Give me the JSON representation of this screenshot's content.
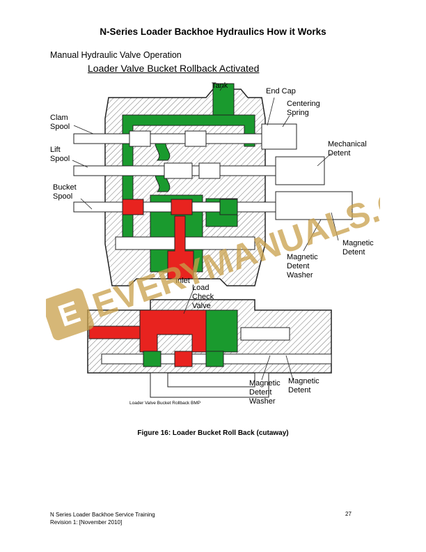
{
  "header": {
    "title": "N-Series Loader Backhoe Hydraulics How it Works"
  },
  "section": {
    "heading": "Manual Hydraulic Valve Operation"
  },
  "subsection": {
    "heading": "Loader Valve Bucket Rollback Activated"
  },
  "figure": {
    "labels": {
      "tank": "Tank",
      "end_cap": "End Cap",
      "centering_spring": [
        "Centering",
        "Spring"
      ],
      "clam_spool": [
        "Clam",
        "Spool"
      ],
      "lift_spool": [
        "Lift",
        "Spool"
      ],
      "bucket_spool": [
        "Bucket",
        "Spool"
      ],
      "mechanical_detent": [
        "Mechanical",
        "Detent"
      ],
      "magnetic_detent_top": [
        "Magnetic",
        "Detent"
      ],
      "magnetic_detent_washer_top": [
        "Magnetic",
        "Detent",
        "Washer"
      ],
      "inlet": "Inlet",
      "load_check_valve": [
        "Load",
        "Check",
        "Valve"
      ],
      "magnetic_detent_washer_bottom": [
        "Magnetic",
        "Detent",
        "Washer"
      ],
      "magnetic_detent_bottom": [
        "Magnetic",
        "Detent"
      ],
      "image_caption": "Loader Valve Bucket Rollback BMP"
    },
    "colors": {
      "pressure": "#e8231f",
      "return": "#1a9a2e",
      "body": "#ffffff",
      "outline": "#222222"
    },
    "watermark": {
      "text": "EVERYMANUALS.COM",
      "color": "#c9a04a",
      "badge_letter": "E"
    }
  },
  "caption": {
    "text": "Figure 16: Loader Bucket Roll Back (cutaway)"
  },
  "footer": {
    "line1": "N Series Loader Backhoe Service Training",
    "line2": "Revision 1: [November 2010]",
    "page_number": "27"
  }
}
